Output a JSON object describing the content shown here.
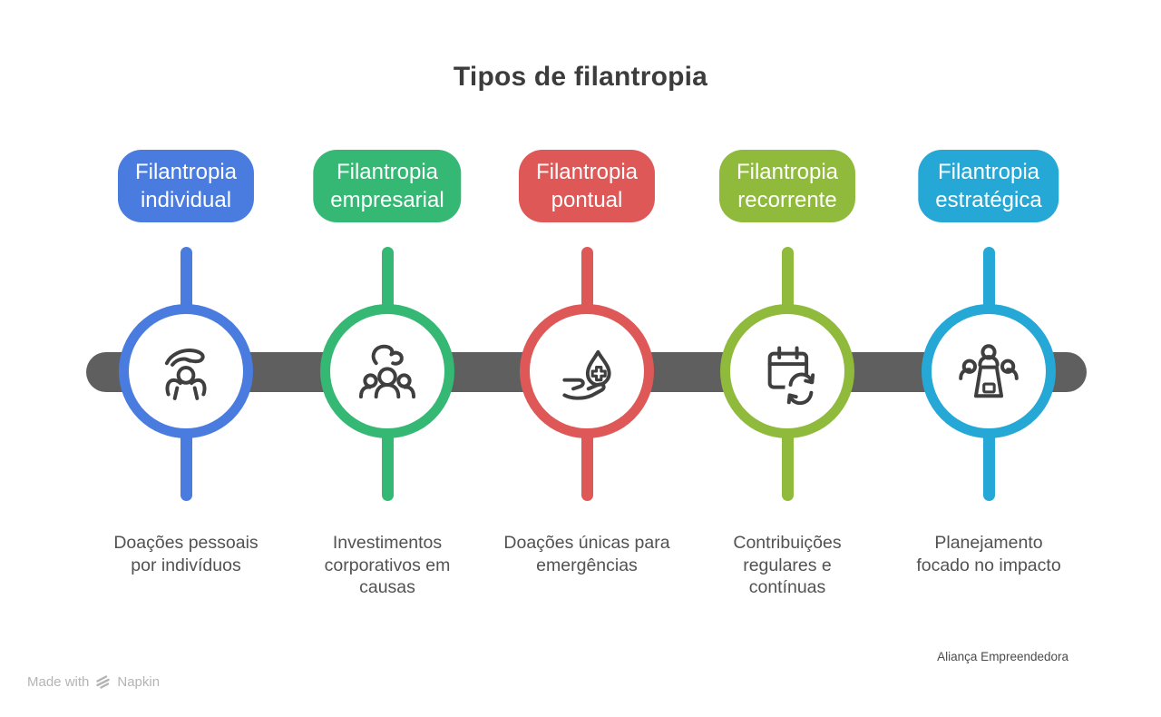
{
  "title": "Tipos de filantropia",
  "colors": {
    "bar": "#5f5f5f",
    "icon_stroke": "#3f3f3f",
    "blue": "#4a7ce0",
    "green": "#34b873",
    "red": "#df5858",
    "olive": "#8fba3b",
    "cyan": "#25a8d6"
  },
  "items": [
    {
      "badge": "Filantropia\nindividual",
      "color": "#4a7ce0",
      "icon": "caring-hand-person-icon",
      "description": "Doações pessoais\npor indivíduos"
    },
    {
      "badge": "Filantropia\nempresarial",
      "color": "#34b873",
      "icon": "hand-over-group-icon",
      "description": "Investimentos\ncorporativos em\ncausas"
    },
    {
      "badge": "Filantropia\npontual",
      "color": "#df5858",
      "icon": "medical-drop-hand-icon",
      "description": "Doações únicas para\nemergências"
    },
    {
      "badge": "Filantropia\nrecorrente",
      "color": "#8fba3b",
      "icon": "calendar-refresh-icon",
      "description": "Contribuições\nregulares e\ncontínuas"
    },
    {
      "badge": "Filantropia\nestratégica",
      "color": "#25a8d6",
      "icon": "meeting-table-icon",
      "description": "Planejamento\nfocado no impacto"
    }
  ],
  "attribution": "Aliança Empreendedora",
  "footer": {
    "made_with": "Made with",
    "brand": "Napkin"
  }
}
